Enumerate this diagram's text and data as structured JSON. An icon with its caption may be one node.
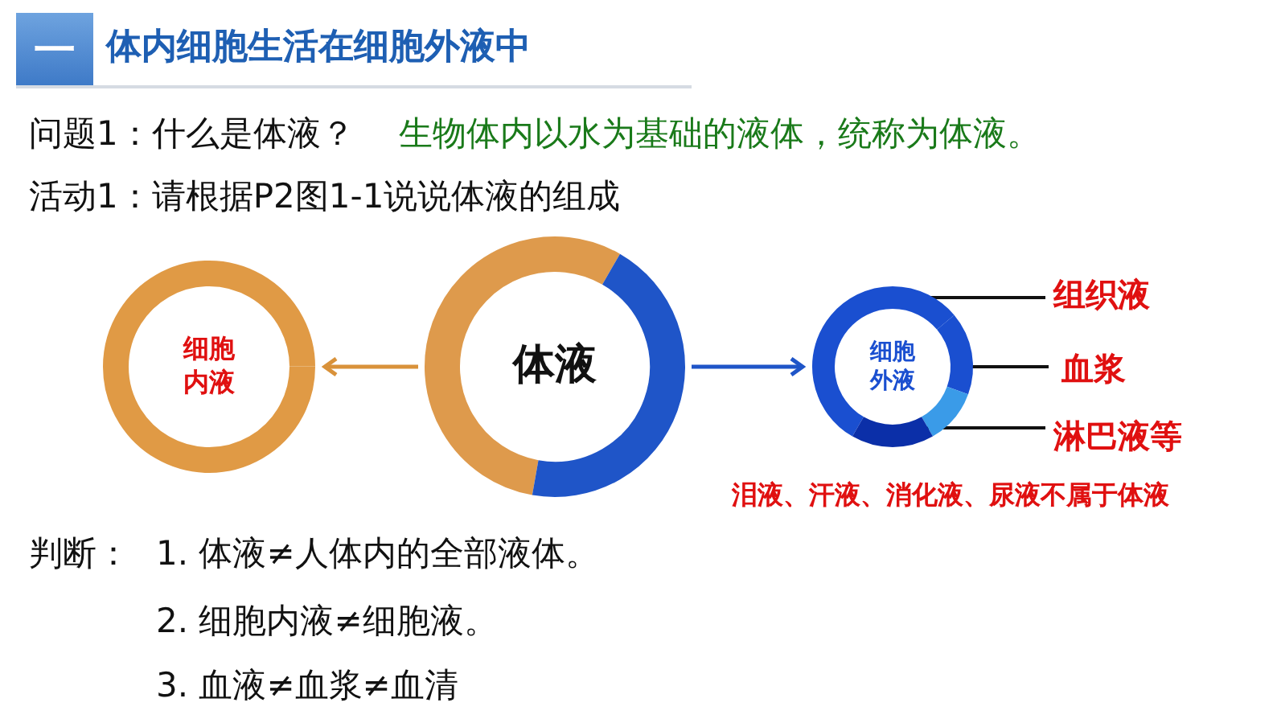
{
  "diagram": {
    "title": "体内细胞生活在细胞外液中",
    "nodes": [
      {
        "text": [
          "细胞内液"
        ]
      },
      {
        "text": [
          "体液"
        ]
      },
      {
        "text": [
          "细胞外液"
        ]
      },
      {
        "text": [
          "组织液"
        ]
      },
      {
        "text": [
          "血浆"
        ]
      },
      {
        "text": [
          "淋巴液等"
        ]
      }
    ],
    "edges": [
      {
        "from": 1,
        "to": 0,
        "arrow": "to",
        "color": "#d9923a"
      },
      {
        "from": 1,
        "to": 2,
        "arrow": "to",
        "color": "#1f55c8"
      },
      {
        "from": 3,
        "to": 2,
        "arrow": "none"
      },
      {
        "from": 4,
        "to": 2,
        "arrow": "none"
      },
      {
        "from": 5,
        "to": 2,
        "arrow": "none"
      }
    ],
    "labels": [
      "一",
      "问题1：什么是体液？",
      "生物体内以水为基础的液体，统称为体液。",
      "活动1：请根据P2图1-1说说体液的组成",
      "泪液、汗液、消化液、尿液不属于体液",
      "判断：",
      "1. 体液≠人体内的全部液体。",
      "2. 细胞内液≠细胞液。",
      "3. 血液≠血浆≠血清"
    ]
  }
}
